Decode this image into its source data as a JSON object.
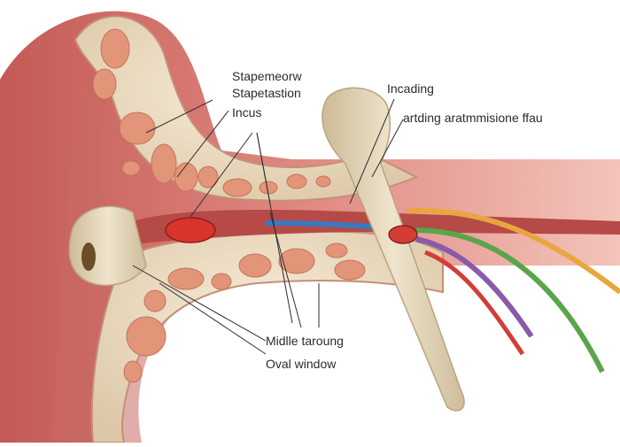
{
  "diagram": {
    "labels": {
      "stapemeow": "Stapemeorw",
      "stapetastion": "Stapetastion",
      "incus": "Incus",
      "incauding": "Incading",
      "arterial": "artding aratmmisione ffau",
      "middle": "Midlle taroung",
      "oval_window": "Oval window"
    },
    "colors": {
      "tissue": "#d9776f",
      "tissue_dark": "#b5504c",
      "bone": "#f1e3cc",
      "marrow": "#e49a79",
      "ossicle": "#e9dcc3",
      "nerve_blue": "#3b78c2",
      "nerve_orange": "#e8a640",
      "nerve_green": "#5aa54a",
      "nerve_purple": "#8a5aa8",
      "vessel_red": "#d43c36",
      "leader_line": "#2e2e2e"
    }
  }
}
